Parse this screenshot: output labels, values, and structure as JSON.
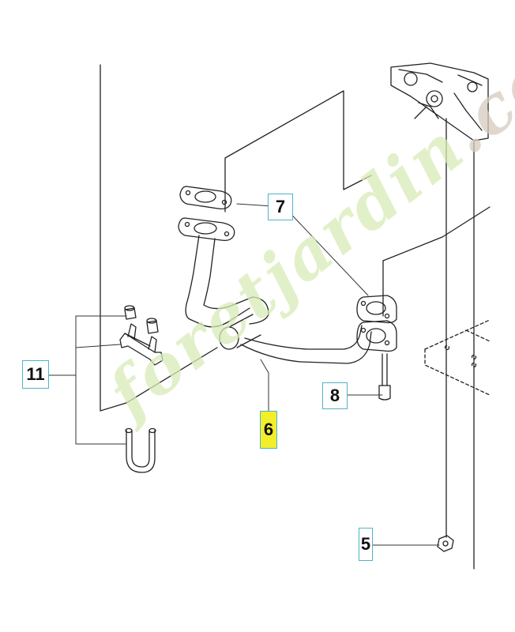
{
  "callouts": {
    "c7": "7",
    "c8": "8",
    "c6": "6",
    "c11": "11",
    "c5": "5"
  },
  "watermark": {
    "main": "foretjardin",
    "tail": ".com"
  },
  "colors": {
    "callout_border": "#4fb3c8",
    "highlight": "#f2ee2a",
    "watermark_green": "#d9ecb8",
    "watermark_tan": "#d6ccbf"
  }
}
